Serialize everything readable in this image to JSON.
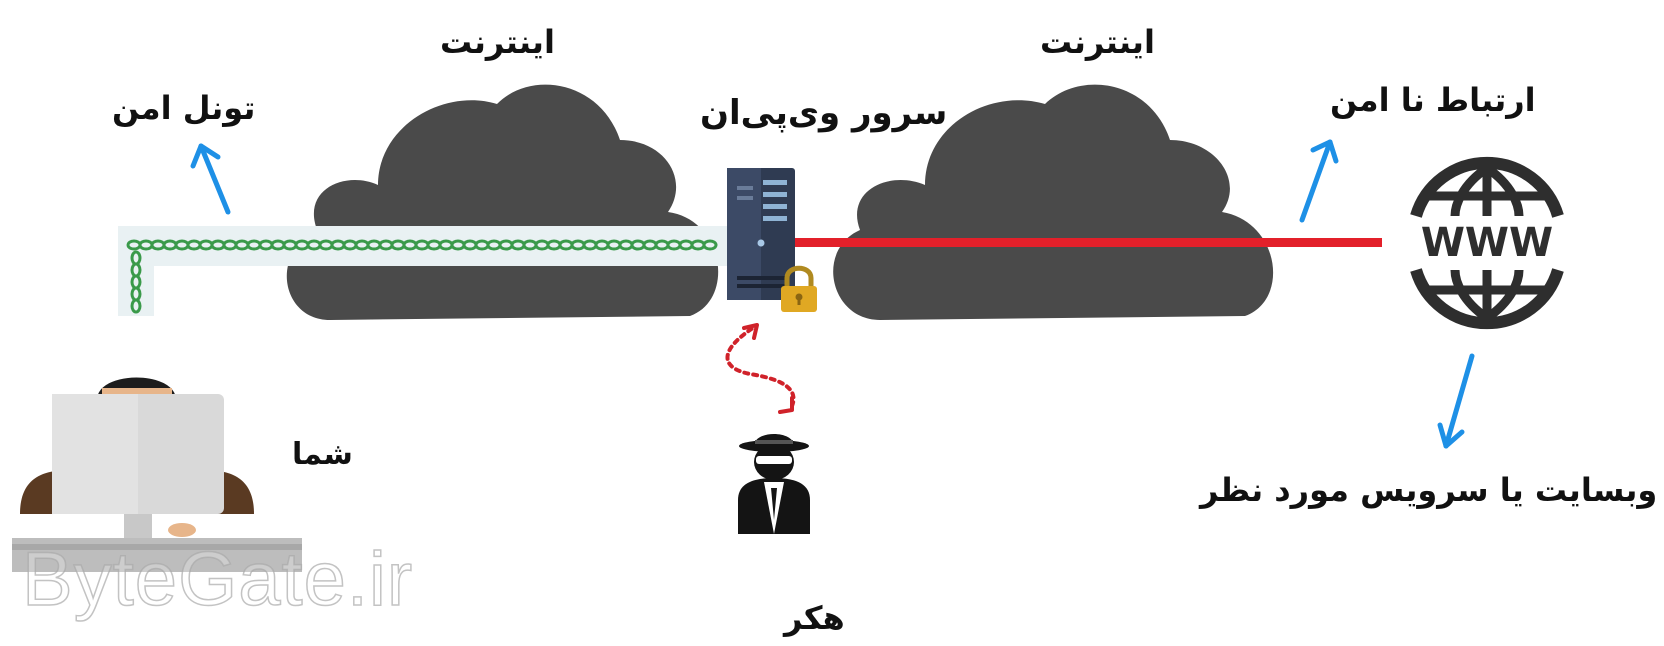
{
  "labels": {
    "internet_left": "اینترنت",
    "internet_right": "اینترنت",
    "secure_tunnel": "تونل امن",
    "vpn_server": "سرور وی‌پی‌ان",
    "insecure_connection": "ارتباط نا امن",
    "you": "شما",
    "hacker": "هکر",
    "target_service": "وبسایت یا سرویس مورد نظر"
  },
  "www_icon_text": "WWW",
  "watermark": "ByteGate.ir",
  "colors": {
    "cloud": "#4a4a4a",
    "tunnel_chain": "#3a9a4a",
    "tunnel_band": "#e9f1f3",
    "insecure_line": "#e3202a",
    "arrow": "#1e90e6",
    "hacker_arrow": "#d0222a",
    "server_body": "#2f3b52",
    "lock": "#e0a823"
  },
  "icons": [
    "cloud-icon",
    "server-icon",
    "lock-icon",
    "globe-www-icon",
    "hacker-icon",
    "user-at-computer-icon",
    "chain-icon",
    "arrow-icon"
  ]
}
